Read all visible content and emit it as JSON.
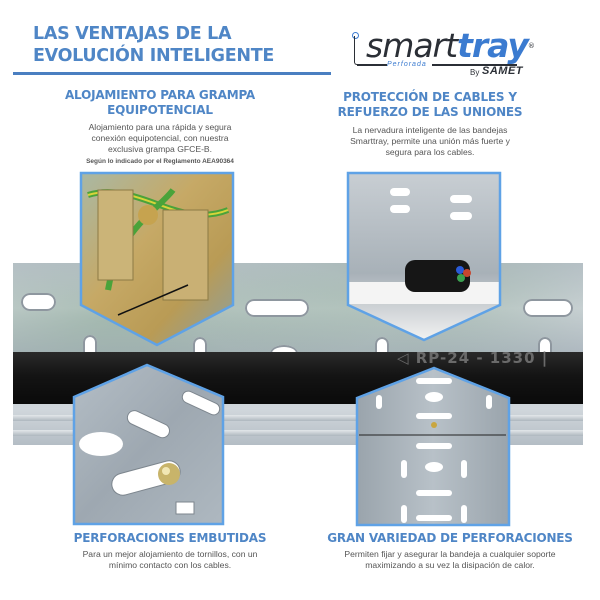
{
  "header": {
    "title_line1": "LAS VENTAJAS DE LA",
    "title_line2": "EVOLUCIÓN INTELIGENTE"
  },
  "logo": {
    "brand_part1": "smart",
    "brand_part2": "tray",
    "registered": "®",
    "subtitle": "Perforada",
    "by": "By",
    "maker": "SAMET"
  },
  "features": [
    {
      "heading_line1": "ALOJAMIENTO PARA GRAMPA",
      "heading_line2": "EQUIPOTENCIAL",
      "desc_line1": "Alojamiento para una rápida y segura",
      "desc_line2": "conexión equipotencial, con nuestra",
      "desc_line3": "exclusiva grampa GFCE-B.",
      "note": "Según lo indicado por el Reglamento  AEA90364",
      "image": "equipotential-clamp-photo"
    },
    {
      "heading_line1": "PROTECCIÓN DE CABLES Y",
      "heading_line2": "REFUERZO DE LAS UNIONES",
      "desc_line1": "La nervadura inteligente de las bandejas",
      "desc_line2": "Smarttray, permite una unión más fuerte y",
      "desc_line3": "segura para los cables.",
      "image": "cable-protection-photo"
    },
    {
      "heading_line1": "PERFORACIONES EMBUTIDAS",
      "desc_line1": "Para un mejor alojamiento de tornillos, con un",
      "desc_line2": "mínimo contacto con los cables.",
      "image": "embossed-perforations-photo"
    },
    {
      "heading_line1": "GRAN VARIEDAD DE PERFORACIONES",
      "desc_line1": "Permiten fijar y asegurar la bandeja a cualquier soporte",
      "desc_line2": "maximizando a su vez la disipación de calor.",
      "image": "perforation-variety-photo"
    }
  ],
  "band": {
    "cable_label": "◁ RP-24 - 1330 |"
  },
  "colors": {
    "accent_blue": "#4f86c6",
    "frame_blue": "#5fa2e6",
    "text_gray": "#555555",
    "cable_black": "#141414"
  }
}
